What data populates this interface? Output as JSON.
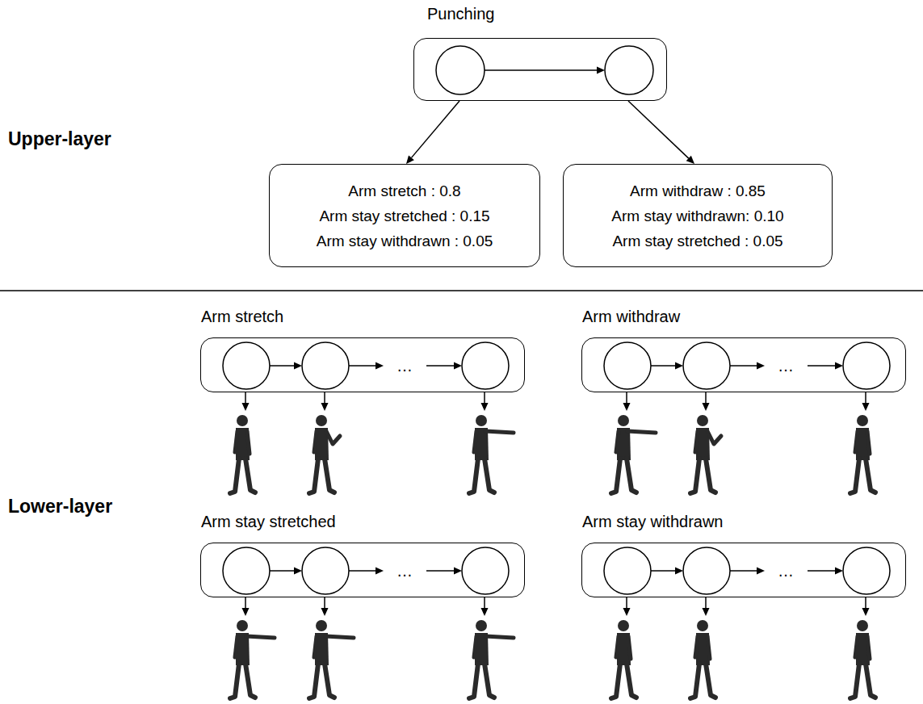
{
  "diagram": {
    "nodes": [
      {
        "text": [
          "Punching"
        ]
      },
      {
        "text": [
          "Arm stretch : 0.8",
          "Arm stay stretched : 0.15",
          "Arm stay withdrawn : 0.05"
        ]
      },
      {
        "text": [
          "Arm withdraw : 0.85",
          "Arm stay withdrawn: 0.10",
          "Arm stay stretched : 0.05"
        ]
      },
      {
        "text": [
          "Arm stretch",
          "…"
        ]
      },
      {
        "text": [
          "Arm withdraw",
          "…"
        ]
      },
      {
        "text": [
          "Arm stay stretched",
          "…"
        ]
      },
      {
        "text": [
          "Arm stay withdrawn",
          "…"
        ]
      }
    ],
    "edges": [
      {
        "from": 0,
        "to": 1,
        "arrow": "to"
      },
      {
        "from": 0,
        "to": 2,
        "arrow": "to"
      }
    ],
    "labels": [
      "Upper-layer",
      "Lower-layer"
    ]
  }
}
